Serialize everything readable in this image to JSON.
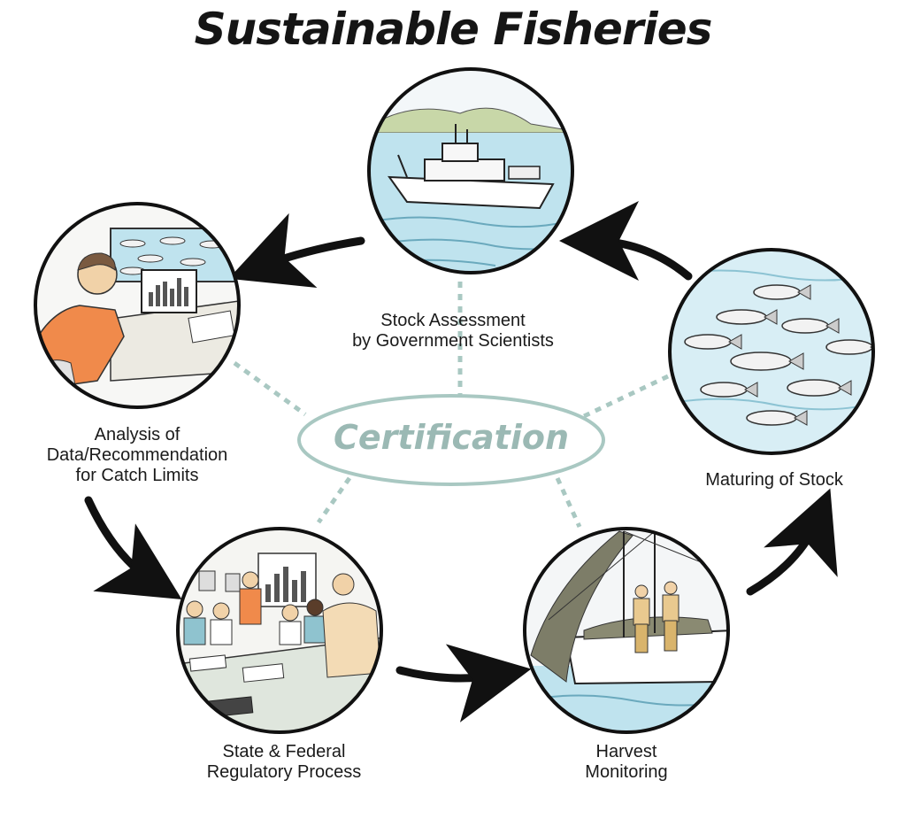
{
  "title": "Sustainable Fisheries",
  "center": {
    "label": "Certification"
  },
  "stages": [
    {
      "lines": [
        "Stock Assessment",
        "by Government Scientists"
      ]
    },
    {
      "lines": [
        "Maturing of Stock"
      ]
    },
    {
      "lines": [
        "Harvest",
        "Monitoring"
      ]
    },
    {
      "lines": [
        "State & Federal",
        "Regulatory Process"
      ]
    },
    {
      "lines": [
        "Analysis of",
        "Data/Recommendation",
        "for Catch Limits"
      ]
    }
  ],
  "colors": {
    "arrow": "#111111",
    "dotted_connector": "#a9c8c2",
    "certification_ring": "#a9c8c2",
    "water": "#bfe3ee",
    "skin_orange": "#f08a4b"
  }
}
